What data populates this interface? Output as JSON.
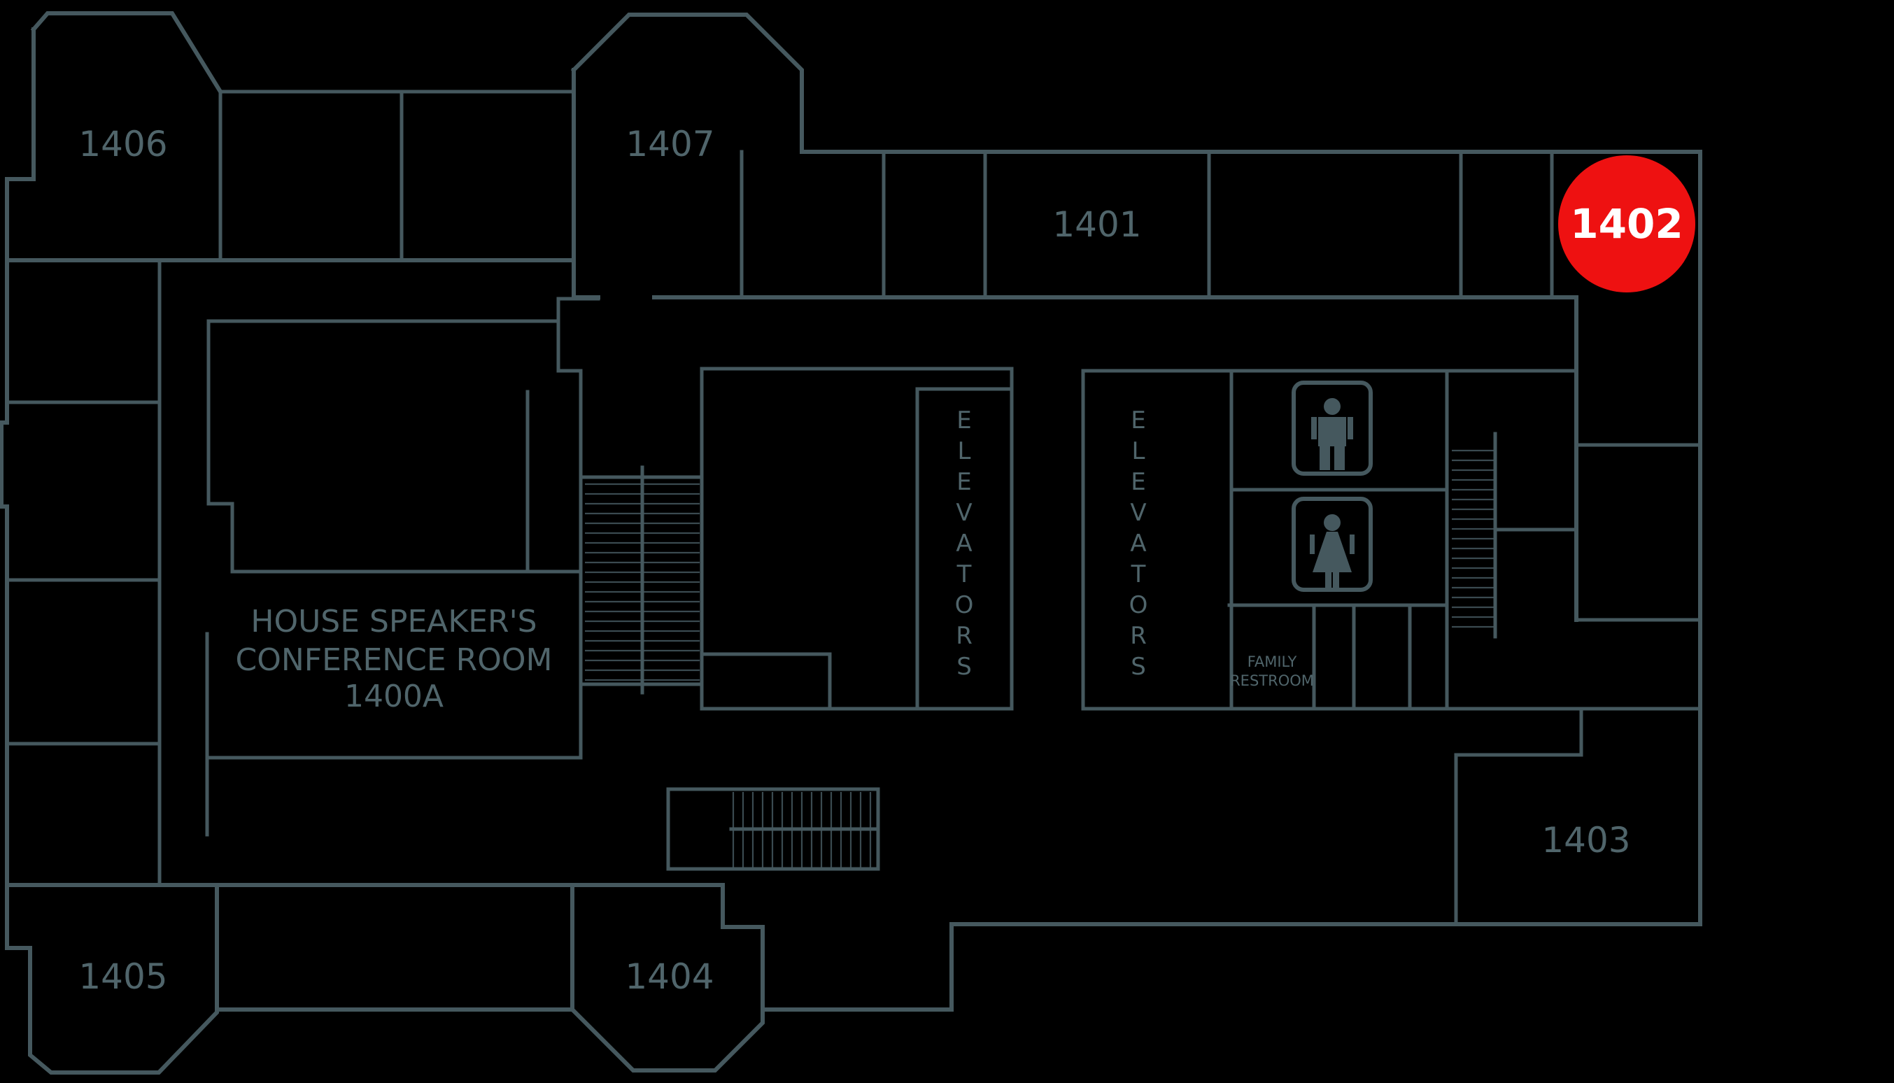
{
  "title": "House Speaker area floor plan",
  "colors": {
    "background": "#000000",
    "wall": "#45585e",
    "label": "#50656b",
    "badge": "#ee1111",
    "badge_text": "#ffffff"
  },
  "rooms": {
    "r1406": "1406",
    "r1407": "1407",
    "r1401": "1401",
    "r1403": "1403",
    "r1404": "1404",
    "r1405": "1405"
  },
  "badge": {
    "label": "1402"
  },
  "conference": {
    "line1": "HOUSE SPEAKER'S",
    "line2": "CONFERENCE ROOM",
    "line3": "1400A"
  },
  "core": {
    "elevators_left": "ELEVATORS",
    "elevators_right": "ELEVATORS",
    "family_line1": "FAMILY",
    "family_line2": "RESTROOM"
  },
  "icons": {
    "mens": "mens-restroom-icon",
    "womens": "womens-restroom-icon",
    "stairs": "stairs-icon",
    "marker": "location-marker-1402"
  }
}
